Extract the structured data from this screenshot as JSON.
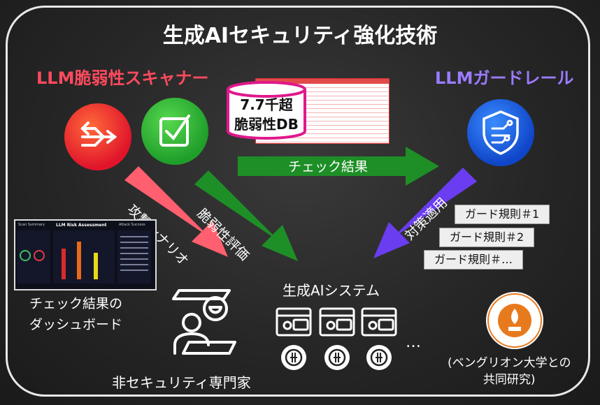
{
  "title": "生成AIセキュリティ強化技術",
  "scanner": {
    "title": "LLM脆弱性スキャナー"
  },
  "guardrail": {
    "title": "LLMガードレール"
  },
  "db": {
    "line1": "7.7千超",
    "line2": "脆弱性DB"
  },
  "arrows": {
    "check_result": "チェック結果",
    "attack": "攻撃シナリオ",
    "eval": "脆弱性評価",
    "countermeasure": "対策適用"
  },
  "guard_rules": [
    "ガード規則＃1",
    "ガード規則＃2",
    "ガード規則＃…"
  ],
  "dashboard": {
    "caption_line1": "チェック結果の",
    "caption_line2": "ダッシュボード",
    "panel_title": "LLM Risk Assessment",
    "scan_summary": "Scan Summary",
    "attack_success": "Attack Success"
  },
  "system": {
    "title": "生成AIシステム",
    "ellipsis": "…"
  },
  "expert": {
    "label": "非セキュリティ専門家"
  },
  "partner": {
    "caption_line1": "(ベングリオン大学との",
    "caption_line2": "共同研究)"
  },
  "colors": {
    "scanner_title": "#ff4a5e",
    "guard_title": "#9b7bff",
    "arrow_green": "#1e8f26",
    "arrow_red": "#ff5f6e",
    "arrow_purple": "#6a3df0",
    "db_border": "#e0188c",
    "bgu_orange": "#e87a1e"
  },
  "icons": [
    "shuffle-arrows-icon",
    "checkbox-icon",
    "shield-circuit-icon",
    "database-icon",
    "expert-person-icon",
    "chat-window-icon",
    "brain-chip-icon",
    "bgu-seal-logo"
  ]
}
